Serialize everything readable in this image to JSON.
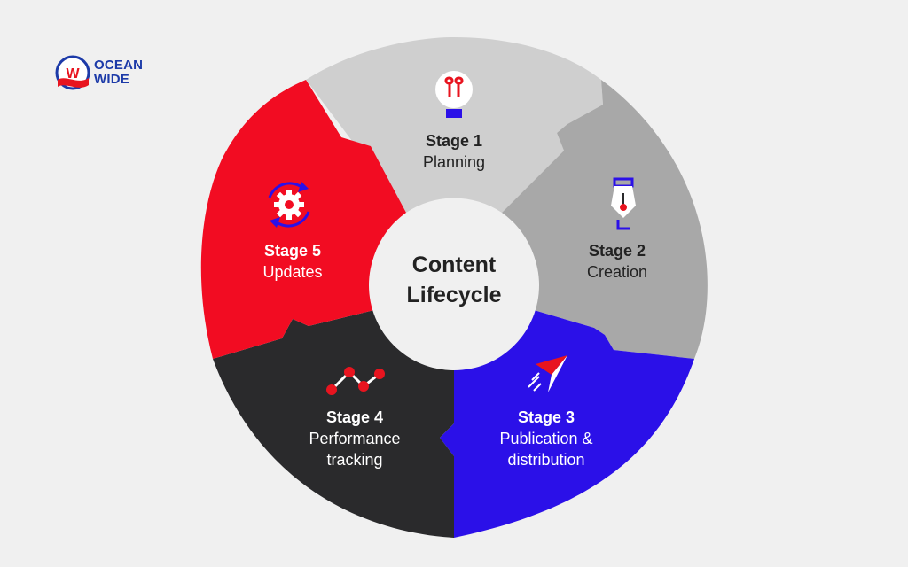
{
  "brand": {
    "line1": "OCEAN",
    "line2": "WIDE",
    "logo_letter": "W"
  },
  "center": {
    "line1": "Content",
    "line2": "Lifecycle"
  },
  "stages": [
    {
      "stage": "Stage 1",
      "desc": [
        "Planning"
      ],
      "icon": "lightbulb-icon",
      "color": "#cfcfcf"
    },
    {
      "stage": "Stage 2",
      "desc": [
        "Creation"
      ],
      "icon": "pen-nib-icon",
      "color": "#a8a8a8"
    },
    {
      "stage": "Stage 3",
      "desc": [
        "Publication &",
        "distribution"
      ],
      "icon": "paper-plane-icon",
      "color": "#2b10e8"
    },
    {
      "stage": "Stage 4",
      "desc": [
        "Performance",
        "tracking"
      ],
      "icon": "trend-line-icon",
      "color": "#2a2a2c"
    },
    {
      "stage": "Stage 5",
      "desc": [
        "Updates"
      ],
      "icon": "gear-refresh-icon",
      "color": "#f20c22"
    }
  ],
  "colors": {
    "accent_red": "#e8141f",
    "accent_blue": "#2b10e8",
    "background": "#f0f0f0"
  }
}
